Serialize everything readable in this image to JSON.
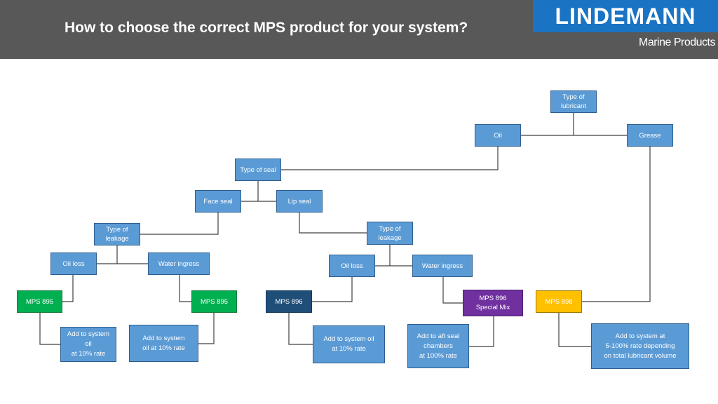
{
  "header": {
    "title": "How to choose the correct MPS product for your system?",
    "brand": "LINDEMANN",
    "brand_sub": "Marine Products",
    "colors": {
      "bar": "#585858",
      "brand": "#1a73c3"
    }
  },
  "nodes": {
    "type_lubricant": "Type of\nlubricant",
    "oil": "Oil",
    "grease": "Grease",
    "type_seal": "Type of seal",
    "face_seal": "Face seal",
    "lip_seal": "Lip seal",
    "leak_left": "Type of\nleakage",
    "leak_right": "Type of\nleakage",
    "oil_loss_left": "Oil loss",
    "water_ingress_left": "Water ingress",
    "oil_loss_right": "Oil loss",
    "water_ingress_right": "Water ingress",
    "mps895_a": "MPS 895",
    "mps895_b": "MPS 895",
    "mps896": "MPS 896",
    "mps896_special": "MPS 896\nSpecial Mix",
    "mps898": "MPS 898",
    "add_895_a": "Add to system oil\nat 10% rate",
    "add_895_b": "Add to system\noil at 10% rate",
    "add_896": "Add to system oil\nat 10% rate",
    "add_896_special": "Add to aft seal\nchambers\nat 100% rate",
    "add_898": "Add to system at\n5-100% rate depending\non total lubricant volume"
  },
  "colors": {
    "default_box": "#5b9bd5",
    "mps895": "#00b050",
    "mps896": "#1f4e79",
    "mps896_special": "#7030a0",
    "mps898": "#ffc000"
  }
}
